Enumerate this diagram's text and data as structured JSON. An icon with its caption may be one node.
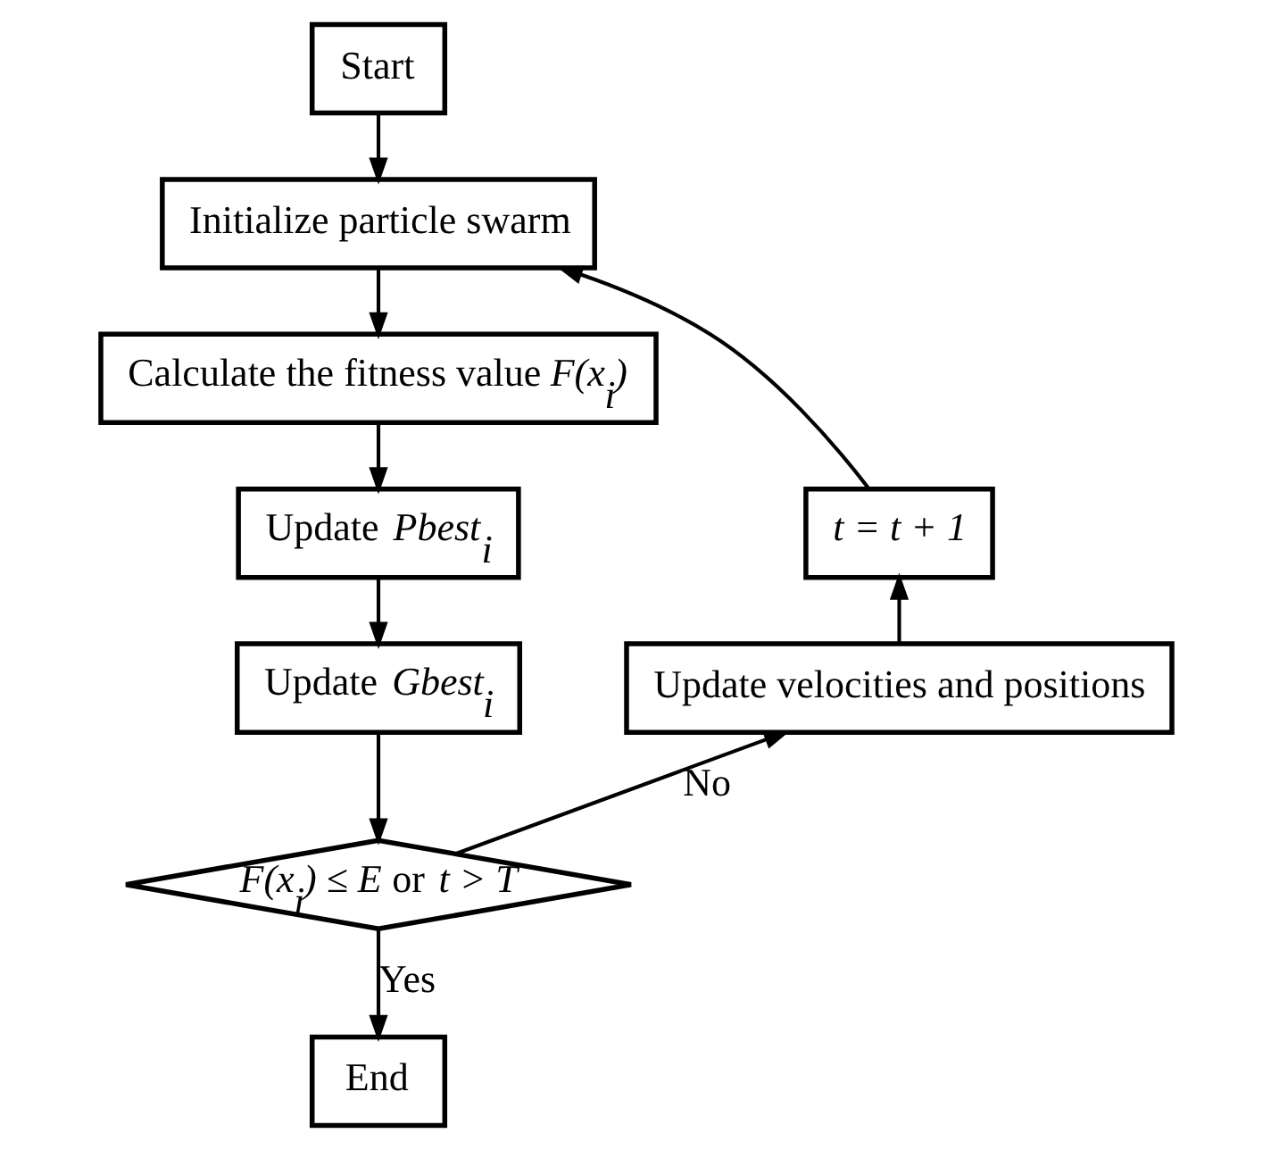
{
  "diagram": {
    "nodes": [
      {
        "text": [
          "Start"
        ]
      },
      {
        "text": [
          "Initialize particle swarm"
        ]
      },
      {
        "text": [
          "Calculate the fitness value *F(x$_{i}$)*"
        ]
      },
      {
        "text": [
          "Update *Pbest$_{i}$*"
        ]
      },
      {
        "text": [
          "Update *Gbest$_{i}$*"
        ]
      },
      {
        "text": [
          "*F(x$_{i}$) ≤ E* or *t > T*"
        ]
      },
      {
        "text": [
          "End"
        ]
      },
      {
        "text": [
          "Update velocities and positions"
        ]
      },
      {
        "text": [
          "*t = t + 1*"
        ]
      }
    ],
    "edges": [
      {
        "from": 0,
        "to": 1,
        "arrow": "to"
      },
      {
        "from": 1,
        "to": 2,
        "arrow": "to"
      },
      {
        "from": 2,
        "to": 3,
        "arrow": "to"
      },
      {
        "from": 3,
        "to": 4,
        "arrow": "to"
      },
      {
        "from": 4,
        "to": 5,
        "arrow": "to"
      },
      {
        "from": 5,
        "to": 6,
        "label": "Yes",
        "arrow": "to"
      },
      {
        "from": 5,
        "to": 7,
        "label": "No",
        "arrow": "to"
      },
      {
        "from": 7,
        "to": 8,
        "arrow": "to"
      },
      {
        "from": 8,
        "to": 1,
        "arrow": "to"
      }
    ]
  }
}
